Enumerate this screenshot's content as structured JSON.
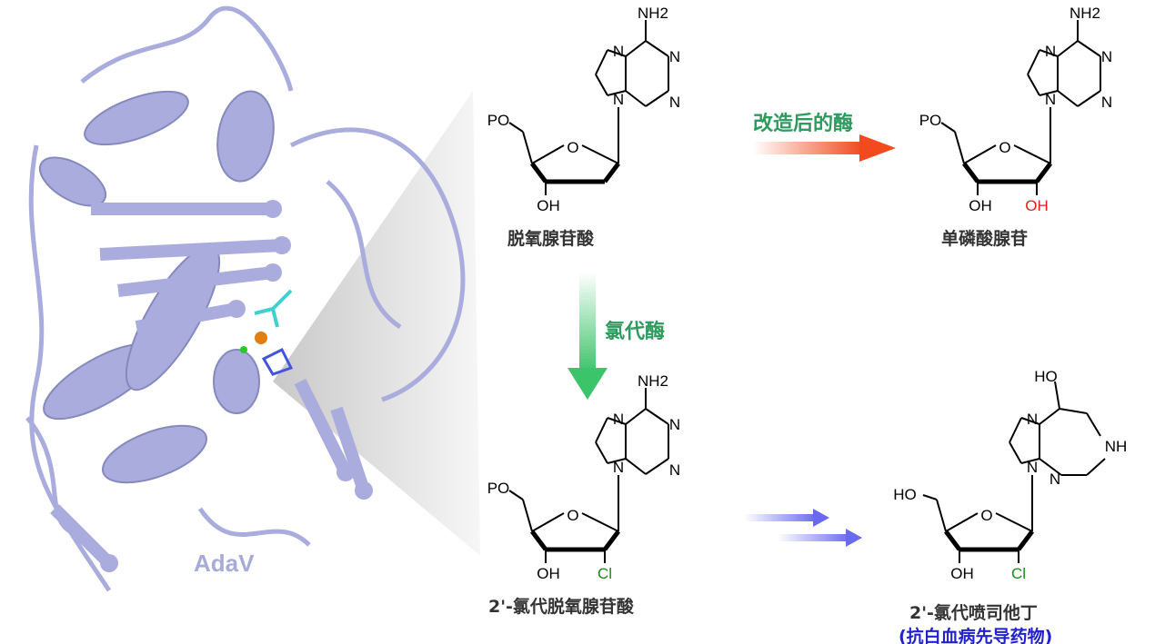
{
  "protein": {
    "label": "AdaV",
    "color": "#a9acdc"
  },
  "molecules": [
    {
      "name": "脱氧腺苷酸",
      "atoms": {
        "amine": "NH2",
        "n7": "N",
        "n1": "N",
        "n3": "N",
        "n9": "N",
        "ring_o": "O",
        "c5_sub": "PO",
        "c3_sub": "OH",
        "c2_sub": ""
      }
    },
    {
      "name": "单磷酸腺苷",
      "atoms": {
        "amine": "NH2",
        "n7": "N",
        "n1": "N",
        "n3": "N",
        "n9": "N",
        "ring_o": "O",
        "c5_sub": "PO",
        "c3_sub": "OH",
        "c2_sub": "OH"
      }
    },
    {
      "name": "2'-氯代脱氧腺苷酸",
      "atoms": {
        "amine": "NH2",
        "n7": "N",
        "n1": "N",
        "n3": "N",
        "n9": "N",
        "ring_o": "O",
        "c5_sub": "PO",
        "c3_sub": "OH",
        "c2_sub": "Cl"
      }
    },
    {
      "name": "2'-氯代喷司他丁",
      "subtitle": "(抗白血病先导药物)",
      "atoms": {
        "hydroxy": "HO",
        "n7": "N",
        "nh": "NH",
        "n3": "N",
        "n9": "N",
        "ring_o": "O",
        "c5_sub": "HO",
        "c3_sub": "OH",
        "c2_sub": "Cl"
      }
    }
  ],
  "arrows": {
    "engineered_enzyme": "改造后的酶",
    "chlorinase": "氯代酶"
  },
  "colors": {
    "red": "#e02020",
    "green": "#2e9a5e",
    "blue": "#2222cc",
    "arrow_red": "#f04a1e",
    "arrow_green": "#3cc46a",
    "arrow_blue": "#6a6af0"
  }
}
